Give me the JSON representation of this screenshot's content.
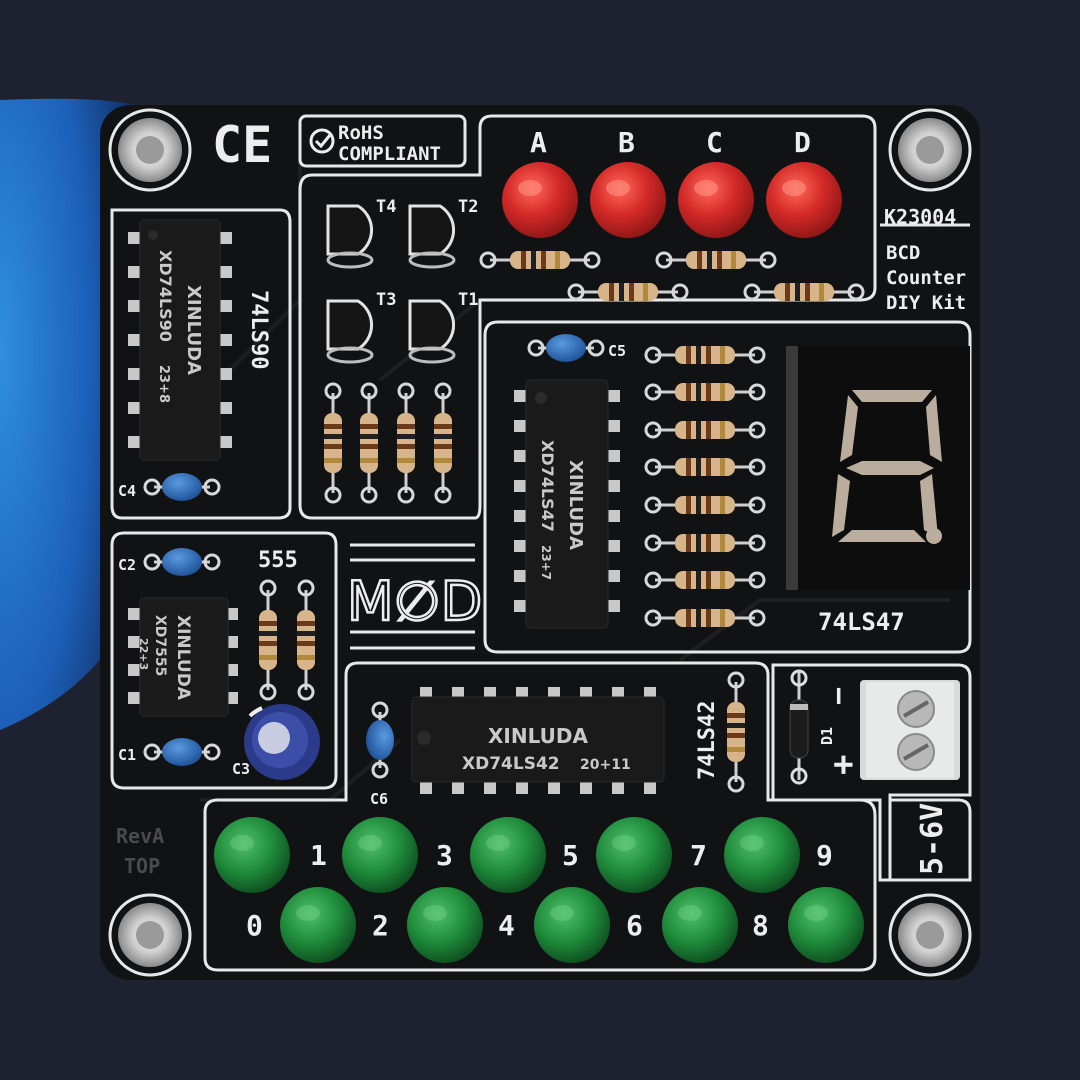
{
  "board": {
    "ce_mark": "CE",
    "rohs_line1": "RoHS",
    "rohs_line2": "COMPLIANT",
    "kit_code": "K23004",
    "kit_name_1": "BCD",
    "kit_name_2": "Counter",
    "kit_name_3": "DIY Kit",
    "logo": "M∅D",
    "revision_1": "RevA",
    "revision_2": "TOP",
    "power_label": "5-6V",
    "power_minus": "−",
    "power_plus": "+"
  },
  "ics": {
    "u1": {
      "label": "74LS90",
      "brand": "XINLUDA",
      "part": "XD74LS90",
      "date": "23+8"
    },
    "u2": {
      "label": "555",
      "brand": "XINLUDA",
      "part": "XD7555",
      "date": "22+3"
    },
    "u3": {
      "label": "74LS47",
      "brand": "XINLUDA",
      "part": "XD74LS47",
      "date": "23+7"
    },
    "u4": {
      "label": "74LS42",
      "brand": "XINLUDA",
      "part": "XD74LS42",
      "date": "20+11"
    }
  },
  "transistors": [
    "T4",
    "T2",
    "T3",
    "T1"
  ],
  "capacitors": [
    "C5",
    "C4",
    "C2",
    "C1",
    "C3",
    "C6"
  ],
  "diode": "D1",
  "bcd_leds": [
    "A",
    "B",
    "C",
    "D"
  ],
  "decimal_leds_top": [
    "1",
    "3",
    "5",
    "7",
    "9"
  ],
  "decimal_leds_bottom": [
    "0",
    "2",
    "4",
    "6",
    "8"
  ],
  "colors": {
    "background": "#1e2230",
    "pcb": "#111214",
    "silkscreen": "#e8e8e8",
    "red_led": "#d42a28",
    "green_led": "#1e8a3a",
    "ceramic_cap": "#2a64b4"
  }
}
